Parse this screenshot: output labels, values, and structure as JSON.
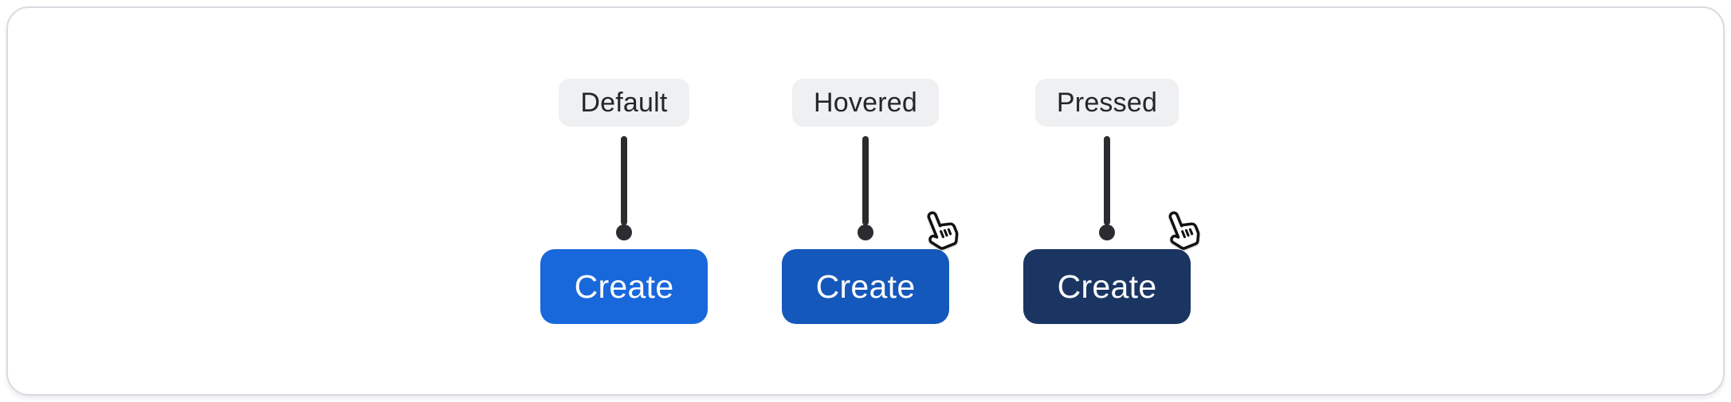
{
  "ui": {
    "card_bg": "#ffffff",
    "card_border_color": "#d9dbe0",
    "pill_bg": "#eff0f2",
    "pill_text_color": "#24262b",
    "connector_color": "#2b2c30",
    "button_text_color": "#ffffff"
  },
  "states": [
    {
      "label": "Default",
      "button_label": "Create",
      "button_color": "#1868db",
      "cursor_visible": false
    },
    {
      "label": "Hovered",
      "button_label": "Create",
      "button_color": "#1558bc",
      "cursor_visible": true
    },
    {
      "label": "Pressed",
      "button_label": "Create",
      "button_color": "#1b3563",
      "cursor_visible": true
    }
  ]
}
